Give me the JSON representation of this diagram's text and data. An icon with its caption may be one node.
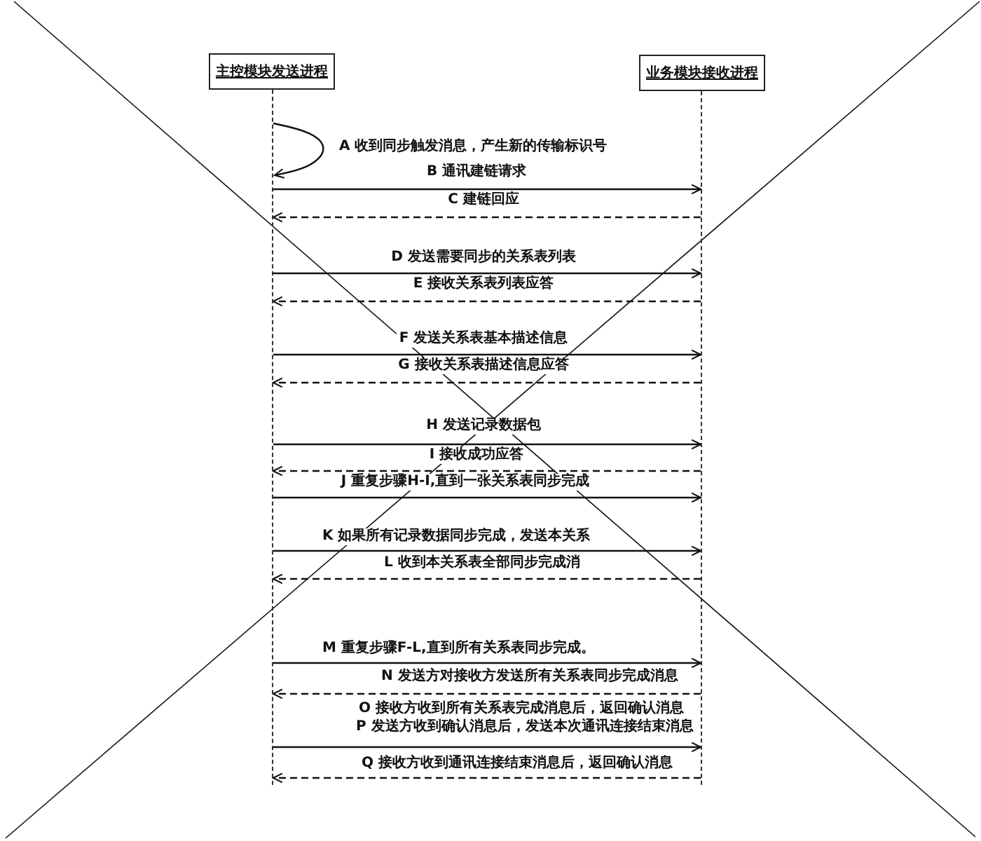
{
  "diagram": {
    "nodes": [
      {
        "text": [
          "主控模块发送进程"
        ]
      },
      {
        "text": [
          "业务模块接收进程"
        ]
      },
      {
        "text": [],
        "shape": "line"
      },
      {
        "text": [],
        "shape": "line"
      }
    ],
    "edges": [
      {
        "from": 2,
        "to": 2,
        "arrow": "to",
        "label": "A 收到同步触发消息，产生新的传输标识号"
      },
      {
        "from": 2,
        "to": 3,
        "arrow": "to",
        "label": "B 通讯建链请求"
      },
      {
        "from": 3,
        "to": 2,
        "arrow": "to",
        "label": "C 建链回应",
        "style": "dashed"
      },
      {
        "from": 2,
        "to": 3,
        "arrow": "to",
        "label": "D 发送需要同步的关系表列表"
      },
      {
        "from": 3,
        "to": 2,
        "arrow": "to",
        "label": "E 接收关系表列表应答",
        "style": "dashed"
      },
      {
        "from": 2,
        "to": 3,
        "arrow": "to",
        "label": "F 发送关系表基本描述信息"
      },
      {
        "from": 3,
        "to": 2,
        "arrow": "to",
        "label": "G 接收关系表描述信息应答",
        "style": "dashed"
      },
      {
        "from": 2,
        "to": 3,
        "arrow": "to",
        "label": "H 发送记录数据包"
      },
      {
        "from": 3,
        "to": 2,
        "arrow": "to",
        "label": "I 接收成功应答",
        "style": "dashed"
      },
      {
        "from": 2,
        "to": 3,
        "arrow": "to",
        "label": "J 重复步骤H-I,直到一张关系表同步完成"
      },
      {
        "from": 2,
        "to": 3,
        "arrow": "to",
        "label": "K 如果所有记录数据同步完成，发送本关系"
      },
      {
        "from": 3,
        "to": 2,
        "arrow": "to",
        "label": "L 收到本关系表全部同步完成消",
        "style": "dashed"
      },
      {
        "from": 2,
        "to": 3,
        "arrow": "to",
        "label": "M 重复步骤F-L,直到所有关系表同步完成。"
      },
      {
        "from": 3,
        "to": 2,
        "arrow": "to",
        "label": "O 接收方收到所有关系表完成消息后，返回确认消息",
        "style": "dashed"
      },
      {
        "from": 2,
        "to": 3,
        "arrow": "to",
        "label": "P 发送方收到确认消息后，发送本次通讯连接结束消息"
      },
      {
        "from": 3,
        "to": 2,
        "arrow": "to",
        "label": "Q 接收方收到通讯连接结束消息后，返回确认消息",
        "style": "dashed"
      }
    ],
    "labels": [
      "N 发送方对接收方发送所有关系表同步完成消息"
    ]
  }
}
